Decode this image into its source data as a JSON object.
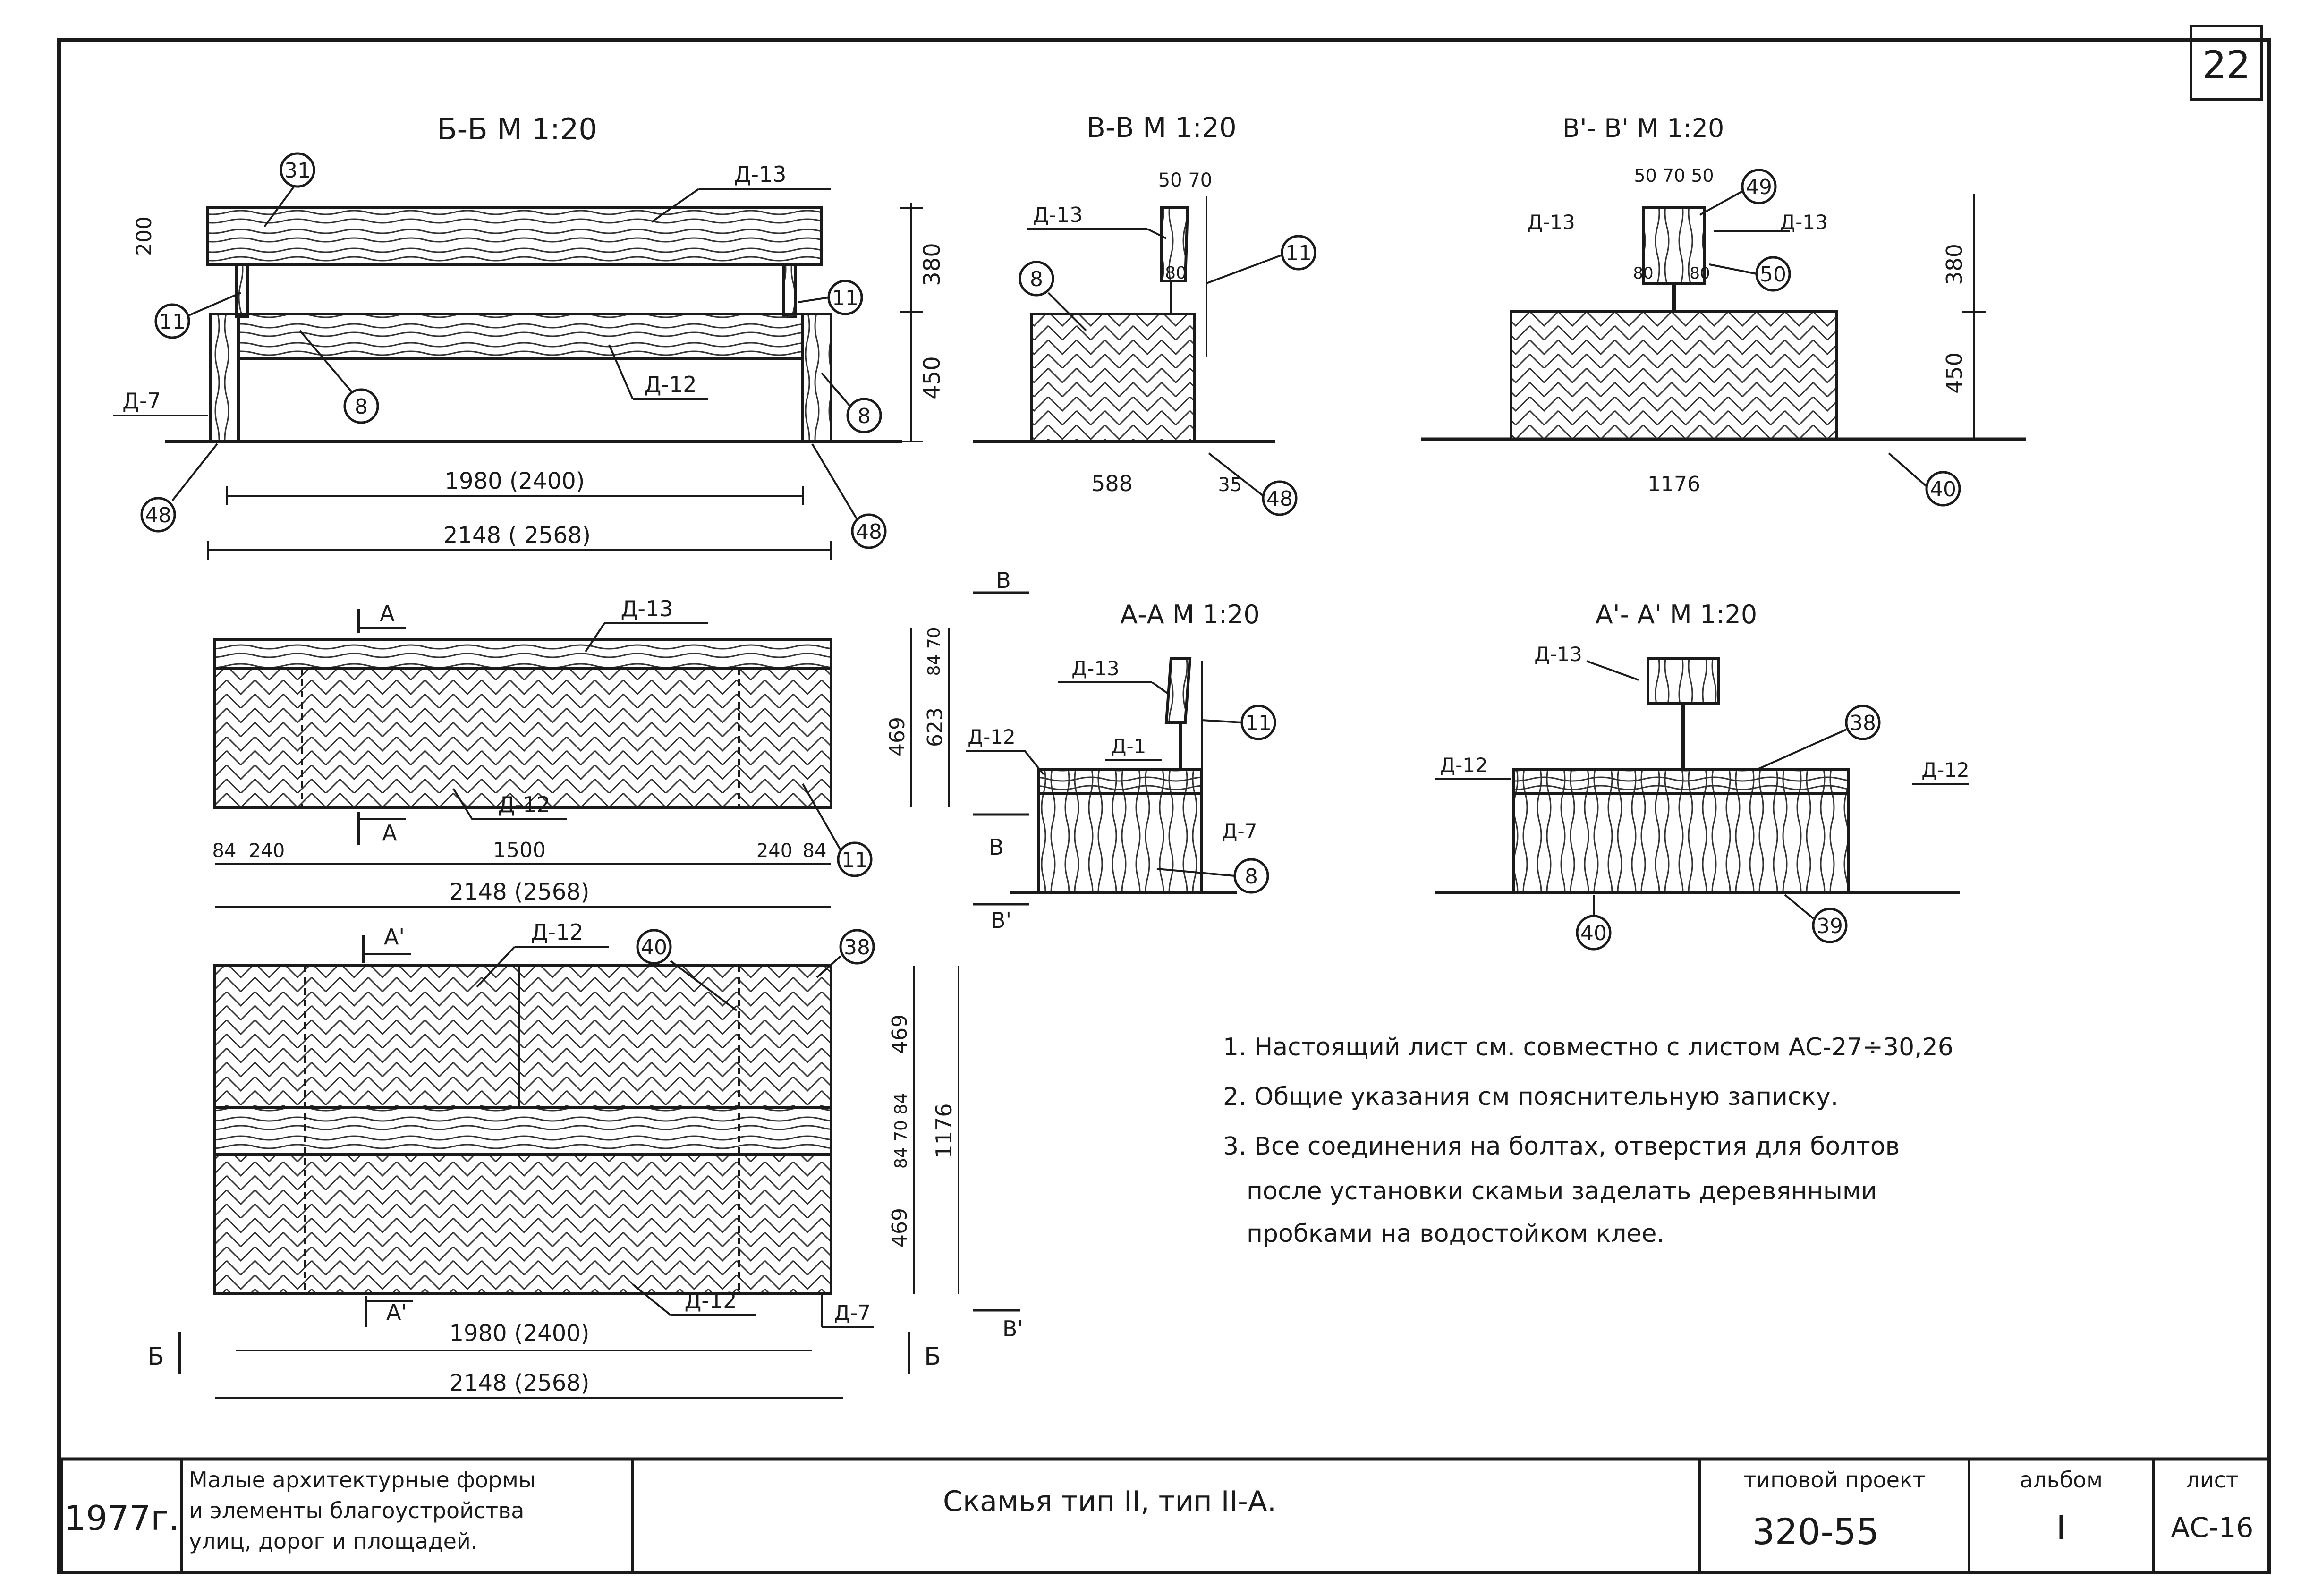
{
  "sheet": {
    "corner_number": "22",
    "year": "1977г.",
    "series_title_lines": [
      "Малые архитектурные формы",
      "и элементы благоустройства",
      "улиц, дорог и площадей."
    ],
    "drawing_title": "Скамья  тип II,  тип II-А.",
    "project_label": "типовой проект",
    "project_number": "320-55",
    "album_label": "альбом",
    "album_value": "I",
    "sheet_label": "лист",
    "sheet_value": "АС-16"
  },
  "views": {
    "bb": {
      "title": "Б-Б  М 1:20",
      "dim_200": "200",
      "dim_380": "380",
      "dim_450": "450",
      "dim_inner": "1980 (2400)",
      "dim_total": "2148 ( 2568)",
      "label_d13": "Д-13",
      "label_d12": "Д-12",
      "label_d7": "Д-7",
      "c31": "31",
      "c11a": "11",
      "c11b": "11",
      "c8a": "8",
      "c8b": "8",
      "c48a": "48",
      "c48b": "48"
    },
    "vv": {
      "title": "В-В  М 1:20",
      "dim_top": "50 70",
      "dim_80": "80",
      "dim_588": "588",
      "dim_35": "35",
      "label_d13": "Д-13",
      "c8": "8",
      "c11": "11",
      "c48": "48"
    },
    "vv2": {
      "title": "В'- В'  М 1:20",
      "dim_top": "50 70 50",
      "dim_80a": "80",
      "dim_80b": "80",
      "dim_380": "380",
      "dim_450": "450",
      "dim_1176": "1176",
      "label_d13a": "Д-13",
      "label_d13b": "Д-13",
      "c49": "49",
      "c50": "50",
      "c40": "40"
    },
    "plan1": {
      "cut_a": "А",
      "label_d13": "Д-13",
      "label_d12": "Д-12",
      "dim_84a": "84",
      "dim_240a": "240",
      "dim_1500": "1500",
      "dim_240b": "240",
      "dim_84b": "84",
      "dim_total": "2148 (2568)",
      "dim_8470": "84 70",
      "dim_469": "469",
      "dim_623": "623",
      "c11": "11"
    },
    "plan2": {
      "cut_a2": "А'",
      "label_d12a": "Д-12",
      "label_d12b": "Д-12",
      "label_d7": "Д-7",
      "dim_469a": "469",
      "dim_8470": "84 70 84",
      "dim_469b": "469",
      "dim_1176": "1176",
      "dim_inner": "1980 (2400)",
      "dim_total": "2148 (2568)",
      "cut_b": "Б",
      "cut_b2": "Б",
      "cut_v": "В'",
      "c40": "40",
      "c38": "38"
    },
    "aa": {
      "title": "А-А  М 1:20",
      "cut_v": "В",
      "cut_v_low": "В",
      "cut_v2": "В'",
      "label_d13": "Д-13",
      "label_d12": "Д-12",
      "label_d1": "Д-1",
      "label_d7": "Д-7",
      "c11": "11",
      "c8": "8"
    },
    "aa2": {
      "title": "А'- А'  М 1:20",
      "label_d13": "Д-13",
      "label_d12a": "Д-12",
      "label_d12b": "Д-12",
      "c38": "38",
      "c40": "40",
      "c39": "39"
    }
  },
  "notes": [
    "1. Настоящий лист см. совместно с листом АС-27÷30,26",
    "2. Общие указания см пояснительную записку.",
    "3. Все соединения на болтах, отверстия для болтов",
    "после установки скамьи заделать деревянными",
    "пробками на водостойком клее."
  ]
}
